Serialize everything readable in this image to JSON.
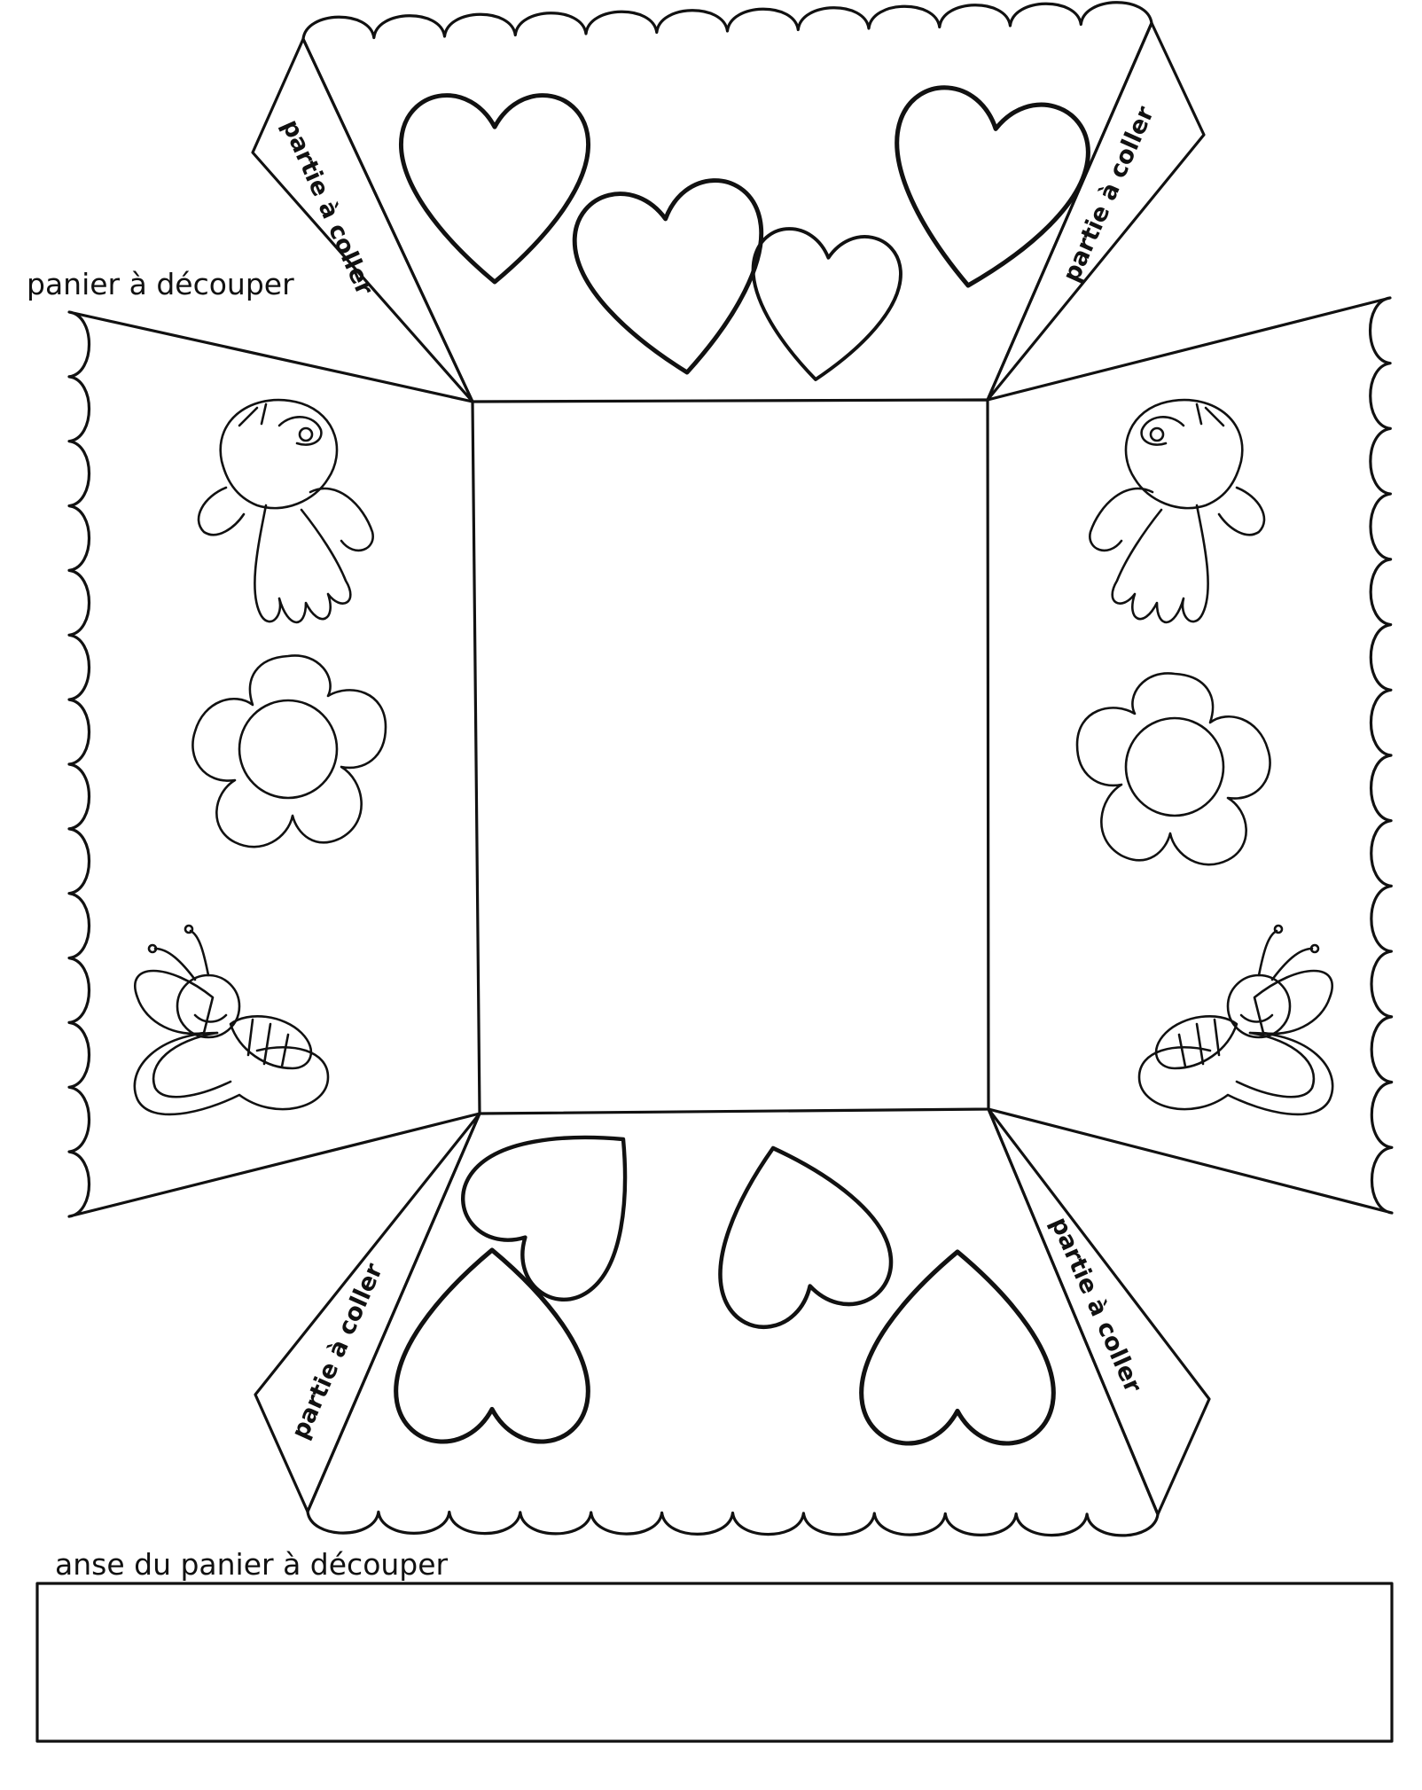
{
  "labels": {
    "basket_title": "panier à découper",
    "handle_title": "anse du panier à découper",
    "glue_tab": "partie à coller"
  },
  "icons": {
    "hearts": "heart-icon",
    "bird": "bird-icon",
    "flower": "flower-icon",
    "butterfly": "butterfly-icon"
  },
  "colors": {
    "ink": "#111111",
    "paper": "#ffffff"
  }
}
